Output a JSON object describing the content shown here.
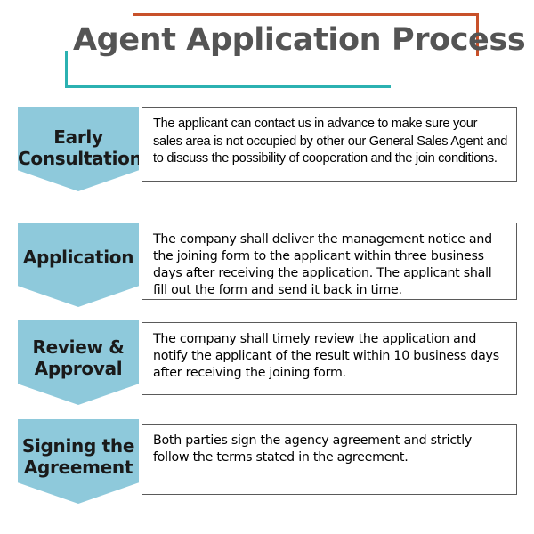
{
  "title": "Agent Application Process",
  "decor": {
    "orange": "#c8512a",
    "teal": "#2bb1b1",
    "arrow_fill": "#8ec9db",
    "title_color": "#545454",
    "box_border": "#5a5a5a"
  },
  "steps": [
    {
      "stage": "Early\nConsultation",
      "description": "The applicant can contact us in advance to make sure your sales area is not occupied by other our General Sales Agent and to discuss the possibility of cooperation and the join conditions."
    },
    {
      "stage": "Application",
      "description": "The company shall deliver the management notice and the joining form to the applicant within three business days after receiving the application. The applicant shall fill out the form and send it back in time."
    },
    {
      "stage": "Review &\nApproval",
      "description": "The company shall timely review the application and notify the applicant of the result within 10 business days after receiving the joining form."
    },
    {
      "stage": "Signing the\nAgreement",
      "description": "Both parties sign the agency agreement and strictly follow the terms stated in the agreement."
    }
  ]
}
